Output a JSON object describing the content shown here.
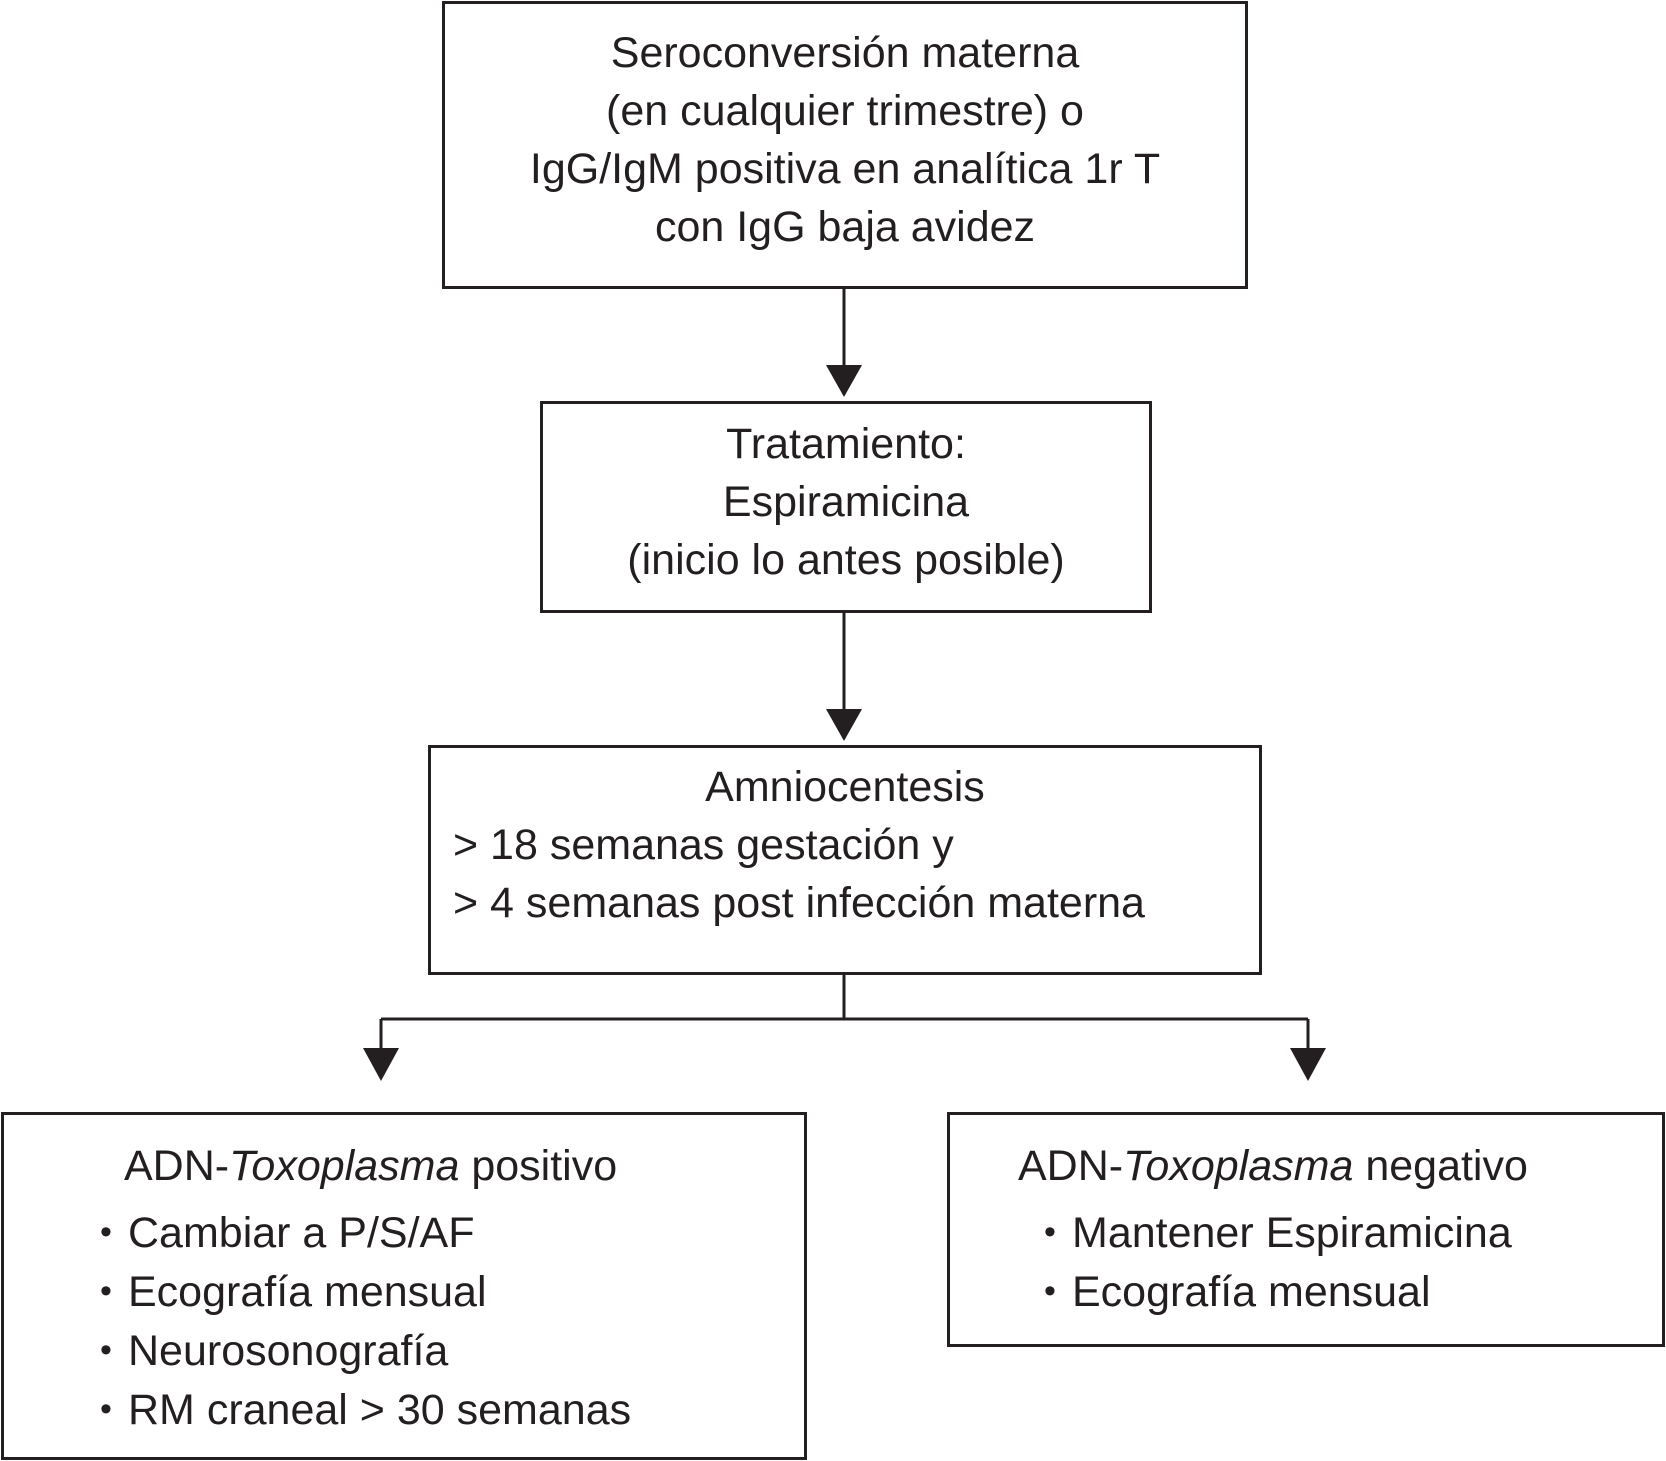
{
  "box1": {
    "lines": [
      "Seroconversión materna",
      "(en cualquier trimestre) o",
      "IgG/IgM positiva en analítica 1r T",
      "con IgG baja avidez"
    ]
  },
  "box2": {
    "lines": [
      "Tratamiento:",
      "Espiramicina",
      "(inicio lo antes posible)"
    ]
  },
  "box3": {
    "title": "Amniocentesis",
    "lines": [
      "> 18 semanas gestación  y",
      "> 4 semanas post infección materna"
    ]
  },
  "box_positive": {
    "title_prefix": "ADN-",
    "title_italic": "Toxoplasma",
    "title_suffix": " positivo",
    "items": [
      "Cambiar a P/S/AF",
      "Ecografía mensual",
      "Neurosonografía",
      "RM craneal > 30 semanas"
    ]
  },
  "box_negative": {
    "title_prefix": "ADN-",
    "title_italic": "Toxoplasma",
    "title_suffix": " negativo",
    "items": [
      "Mantener Espiramicina",
      "Ecografía mensual"
    ]
  },
  "colors": {
    "stroke": "#231f20",
    "background": "#ffffff"
  }
}
